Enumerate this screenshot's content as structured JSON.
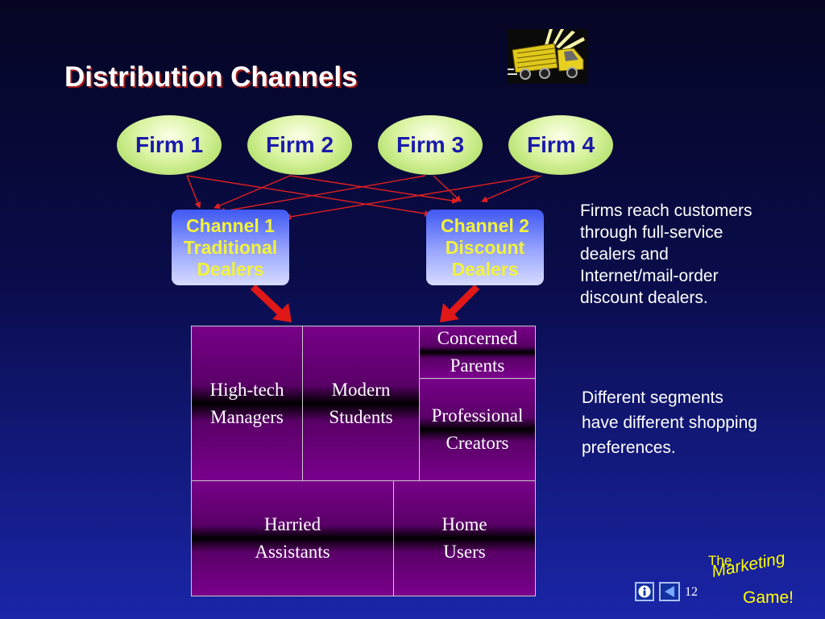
{
  "slide": {
    "title": "Distribution Channels",
    "page_number": "12"
  },
  "firms": [
    "Firm 1",
    "Firm 2",
    "Firm 3",
    "Firm 4"
  ],
  "channels": [
    {
      "line1": "Channel 1",
      "line2": "Traditional",
      "line3": "Dealers"
    },
    {
      "line1": "Channel 2",
      "line2": "Discount",
      "line3": "Dealers"
    }
  ],
  "notes": {
    "reach": "Firms reach customers\nthrough full-service\ndealers and\nInternet/mail-order\ndiscount dealers.",
    "segments": "Different segments\nhave different shopping\npreferences."
  },
  "segments": {
    "high_tech": "High-tech\nManagers",
    "modern": "Modern\nStudents",
    "concerned": "Concerned\nParents",
    "professional": "Professional\nCreators",
    "harried": "Harried\nAssistants",
    "home": "Home\nUsers"
  },
  "brand": {
    "the": "The",
    "marketing": "Marketing",
    "game": "Game!"
  },
  "colors": {
    "firm_text": "#1a1aa8",
    "channel_text": "#f2f23a",
    "brand": "#ffff00",
    "connector": "#e02020",
    "segment_fill": "#780088"
  },
  "icons": [
    "truck-icon",
    "info-icon",
    "back-arrow-icon"
  ]
}
